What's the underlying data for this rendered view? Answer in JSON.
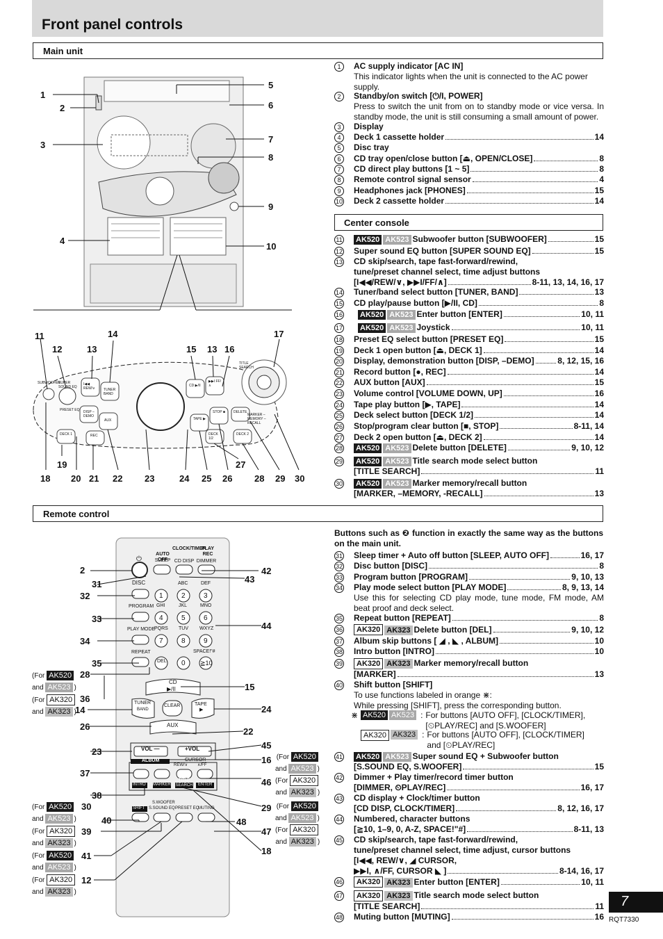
{
  "page_title": "Front panel controls",
  "sections": {
    "main": "Main unit",
    "center": "Center console",
    "remote": "Remote control"
  },
  "main_entries": [
    {
      "n": "1",
      "title": "AC supply indicator [AC IN]",
      "desc": "This indicator lights when the unit is connected to the AC power supply."
    },
    {
      "n": "2",
      "title": "Standby/on switch [⏻/I, POWER]",
      "desc": "Press to switch the unit from on to standby mode or vice versa. In standby mode, the unit is still consuming a small amount of power."
    },
    {
      "n": "3",
      "title": "Display",
      "page": ""
    },
    {
      "n": "4",
      "title": "Deck 1 cassette holder",
      "page": "14"
    },
    {
      "n": "5",
      "title": "Disc tray",
      "page": ""
    },
    {
      "n": "6",
      "title": "CD tray open/close button [⏏, OPEN/CLOSE]",
      "page": "8"
    },
    {
      "n": "7",
      "title": "CD direct play buttons [1 ~ 5]",
      "page": "8"
    },
    {
      "n": "8",
      "title": "Remote control signal sensor",
      "page": "4"
    },
    {
      "n": "9",
      "title": "Headphones jack [PHONES]",
      "page": "15"
    },
    {
      "n": "10",
      "title": "Deck 2 cassette holder",
      "page": "14"
    }
  ],
  "center_entries": [
    {
      "n": "11",
      "b": [
        "AK520",
        "AK523"
      ],
      "title": "Subwoofer button [SUBWOOFER]",
      "page": "15"
    },
    {
      "n": "12",
      "title": "Super sound EQ button [SUPER SOUND EQ]",
      "page": "15"
    },
    {
      "n": "13",
      "title": "CD skip/search, tape fast-forward/rewind,",
      "title2": "tune/preset channel select, time adjust buttons",
      "title3": "[I◀◀/REW/∨, ▶▶I/FF/∧]",
      "page": "8-11, 13, 14, 16, 17"
    },
    {
      "n": "14",
      "title": "Tuner/band select button [TUNER, BAND]",
      "page": "13"
    },
    {
      "n": "15",
      "title": "CD play/pause button [▶/II, CD]",
      "page": "8"
    },
    {
      "n": "16",
      "b": [
        "AK520",
        "AK523"
      ],
      "title": "Enter button [ENTER]",
      "page": "10, 11"
    },
    {
      "n": "17",
      "b": [
        "AK520",
        "AK523"
      ],
      "title": "Joystick",
      "page": "10, 11"
    },
    {
      "n": "18",
      "title": "Preset EQ select button [PRESET EQ]",
      "page": "15"
    },
    {
      "n": "19",
      "title": "Deck 1 open button [⏏, DECK 1]",
      "page": "14"
    },
    {
      "n": "20",
      "title": "Display, demonstration button [DISP, –DEMO]",
      "page": "8, 12, 15, 16"
    },
    {
      "n": "21",
      "title": "Record button [●, REC]",
      "page": "14"
    },
    {
      "n": "22",
      "title": "AUX button [AUX]",
      "page": "15"
    },
    {
      "n": "23",
      "title": "Volume control [VOLUME DOWN, UP]",
      "page": "16"
    },
    {
      "n": "24",
      "title": "Tape play button [▶, TAPE]",
      "page": "14"
    },
    {
      "n": "25",
      "title": "Deck select button [DECK 1/2]",
      "page": "14"
    },
    {
      "n": "26",
      "title": "Stop/program clear button [■, STOP]",
      "page": "8-11, 14"
    },
    {
      "n": "27",
      "title": "Deck 2 open button [⏏, DECK 2]",
      "page": "14"
    },
    {
      "n": "28",
      "b": [
        "AK520",
        "AK523"
      ],
      "title": "Delete button [DELETE]",
      "page": "9, 10, 12"
    },
    {
      "n": "29",
      "b": [
        "AK520",
        "AK523"
      ],
      "title": "Title search mode select button",
      "title2": "[TITLE SEARCH]",
      "page": "11"
    },
    {
      "n": "30",
      "b": [
        "AK520",
        "AK523"
      ],
      "title": "Marker memory/recall button",
      "title2": "[MARKER, –MEMORY, -RECALL]",
      "page": "13"
    }
  ],
  "remote_intro": "Buttons such as ❷ function in exactly the same way as the buttons on the main unit.",
  "remote_entries": [
    {
      "n": "31",
      "title": "Sleep timer + Auto off button [SLEEP, AUTO OFF]",
      "page": "16, 17"
    },
    {
      "n": "32",
      "title": "Disc button [DISC]",
      "page": "8"
    },
    {
      "n": "33",
      "title": "Program button [PROGRAM]",
      "page": "9, 10, 13"
    },
    {
      "n": "34",
      "title": "Play mode select button [PLAY MODE]",
      "page": "8, 9, 13, 14",
      "desc": "Use this for selecting CD play mode, tune mode, FM mode, AM beat proof and deck select."
    },
    {
      "n": "35",
      "title": "Repeat button [REPEAT]",
      "page": "8"
    },
    {
      "n": "36",
      "b": [
        "AK320",
        "AK323"
      ],
      "title": "Delete button [DEL]",
      "page": "9, 10, 12"
    },
    {
      "n": "37",
      "title": "Album skip buttons [ ◢ , ◣ , ALBUM]",
      "page": "10"
    },
    {
      "n": "38",
      "title": "Intro button [INTRO]",
      "page": "10"
    },
    {
      "n": "39",
      "b": [
        "AK320",
        "AK323"
      ],
      "title": "Marker memory/recall button",
      "title2": "[MARKER]",
      "page": "13"
    },
    {
      "n": "40",
      "title": "Shift button [SHIFT]",
      "page": "",
      "desc": "To use functions labeled in orange ⋇:",
      "desc2": "While pressing [SHIFT], press the corresponding button."
    },
    {
      "n": "41",
      "b": [
        "AK520",
        "AK523"
      ],
      "title": "Super sound EQ + Subwoofer button",
      "title2": "[S.SOUND EQ, S.WOOFER]",
      "page": "15"
    },
    {
      "n": "42",
      "title": "Dimmer + Play timer/record timer button",
      "title2": "[DIMMER, ⏲PLAY/REC]",
      "page": "16, 17"
    },
    {
      "n": "43",
      "title": "CD display + Clock/timer button",
      "title2": "[CD DISP, CLOCK/TIMER]",
      "page": "8, 12, 16, 17"
    },
    {
      "n": "44",
      "title": "Numbered, character buttons",
      "title2": "[≧10, 1–9, 0, A-Z, SPACE!\"#]",
      "page": "8-11, 13"
    },
    {
      "n": "45",
      "title": "CD skip/search, tape fast-forward/rewind,",
      "title2": "tune/preset channel select, time adjust, cursor buttons",
      "title3": "[I◀◀, REW/∨, ◢ CURSOR,",
      "title4": "▶▶I, ∧/FF, CURSOR ◣ ]",
      "page": "8-14, 16, 17"
    },
    {
      "n": "46",
      "b": [
        "AK320",
        "AK323"
      ],
      "title": "Enter button [ENTER]",
      "page": "10, 11"
    },
    {
      "n": "47",
      "b": [
        "AK320",
        "AK323"
      ],
      "title": "Title search mode select button",
      "title2": "[TITLE SEARCH]",
      "page": "11"
    },
    {
      "n": "48",
      "title": "Muting button [MUTING]",
      "page": "16"
    }
  ],
  "shift_notes": [
    {
      "b": [
        "AK520",
        "AK523"
      ],
      "sym": "⋇",
      "text": "For buttons [AUTO OFF], [CLOCK/TIMER],",
      "text2": "[⏲PLAY/REC] and [S.WOOFER]"
    },
    {
      "b": [
        "AK320",
        "AK323"
      ],
      "sym": "",
      "text": "For buttons [AUTO OFF], [CLOCK/TIMER]",
      "text2": "and [⏲PLAY/REC]"
    }
  ],
  "remote_keys": {
    "power": "⏻",
    "auto_off": "AUTO OFF",
    "sleep": "SLEEP",
    "clock": "CLOCK/TIMER",
    "cd_disp": "CD DISP",
    "play_rec": "PLAY REC",
    "dimmer": "DIMMER",
    "disc": "DISC",
    "program": "PROGRAM",
    "play_mode": "PLAY MODE",
    "repeat": "REPEAT",
    "del": "DEL",
    "abc": "ABC",
    "def": "DEF",
    "ghi": "GHI",
    "jkl": "JKL",
    "mno": "MNO",
    "pqrs": "PQRS",
    "tuv": "TUV",
    "wxyz": "WXYZ",
    "space": "SPACE!\"#",
    "k1": "1",
    "k2": "2",
    "k3": "3",
    "k4": "4",
    "k5": "5",
    "k6": "6",
    "k7": "7",
    "k8": "8",
    "k9": "9",
    "k0": "0",
    "k10": "≧10",
    "cd": "CD",
    "cd_sym": "▶/II",
    "tuner": "TUNER",
    "band": "BAND",
    "clear": "CLEAR",
    "tape": "TAPE",
    "tape_sym": "▶",
    "aux": "AUX",
    "vol_minus": "VOL —",
    "vol_plus": "+VOL",
    "album": "ALBUM",
    "cursor": "CURSOR",
    "rew": "REW/∨",
    "ff": "∧/FF",
    "intro": "INTRO",
    "marker": "MARKER",
    "title_search": "TITLE SEARCH",
    "enter": "ENTER",
    "shift": "SHIFT",
    "s_woofer": "S.WOOFER",
    "s_sound_eq": "S.SOUND EQ",
    "preset_eq": "PRESET EQ",
    "muting": "MUTING"
  },
  "center_labels": {
    "subwoofer": "SUBWOOFER",
    "super_sound_eq": "SUPER SOUND EQ",
    "preset_eq": "PRESET EQ",
    "rew": "I◀◀ REW/∨",
    "tuner": "TUNER BAND",
    "aux": "AUX",
    "disp": "DISP –DEMO",
    "rec": "REC",
    "deck1": "DECK 1",
    "cd": "CD ▶/II",
    "ff": "▶▶I FF/∧",
    "tape": "TAPE ▶",
    "stop": "STOP ■",
    "deck12": "DECK 1/2",
    "deck2": "DECK 2",
    "delete": "DELETE",
    "title_search": "TITLE SEARCH",
    "marker": "MARKER –MEMORY –RECALL"
  },
  "for_notes": [
    {
      "n": "28",
      "for": "For",
      "a": "AK520",
      "and": "and",
      "b": "AK523"
    },
    {
      "n": "36",
      "for": "For",
      "a": "AK320",
      "and": "and",
      "b": "AK323"
    },
    {
      "n": "30",
      "for": "For",
      "a": "AK520",
      "and": "and",
      "b": "AK523"
    },
    {
      "n": "39",
      "for": "For",
      "a": "AK320",
      "and": "and",
      "b": "AK323"
    },
    {
      "n": "41",
      "for": "For",
      "a": "AK520",
      "and": "and",
      "b": "AK523"
    },
    {
      "n": "12",
      "for": "For",
      "a": "AK320",
      "and": "and",
      "b": "AK323"
    },
    {
      "n": "16",
      "for": "For",
      "a": "AK520",
      "and": "and",
      "b": "AK523"
    },
    {
      "n": "46",
      "for": "For",
      "a": "AK320",
      "and": "and",
      "b": "AK323"
    },
    {
      "n": "29",
      "for": "For",
      "a": "AK520",
      "and": "and",
      "b": "AK523"
    },
    {
      "n": "47",
      "for": "For",
      "a": "AK320",
      "and": "and",
      "b": "AK323"
    }
  ],
  "callouts": {
    "c1": "1",
    "c2": "2",
    "c3": "3",
    "c4": "4",
    "c5": "5",
    "c6": "6",
    "c7": "7",
    "c8": "8",
    "c9": "9",
    "c10": "10",
    "c11": "11",
    "c12": "12",
    "c13": "13",
    "c13b": "13",
    "c14": "14",
    "c15": "15",
    "c16": "16",
    "c17": "17",
    "c18": "18",
    "c19": "19",
    "c20": "20",
    "c21": "21",
    "c22": "22",
    "c23": "23",
    "c24": "24",
    "c25": "25",
    "c26": "26",
    "c27": "27",
    "c28": "28",
    "c29": "29",
    "c30": "30",
    "r2": "2",
    "r31": "31",
    "r32": "32",
    "r33": "33",
    "r34": "34",
    "r35": "35",
    "r28": "28",
    "r36": "36",
    "r14": "14",
    "r26": "26",
    "r23": "23",
    "r37": "37",
    "r38": "38",
    "r30": "30",
    "r40": "40",
    "r39": "39",
    "r41": "41",
    "r12": "12",
    "r42": "42",
    "r43": "43",
    "r44": "44",
    "r15": "15",
    "r24": "24",
    "r22": "22",
    "r45": "45",
    "r16": "16",
    "r46": "46",
    "r29": "29",
    "r48": "48",
    "r47": "47",
    "r18": "18"
  },
  "page_number": "7",
  "doc_code": "RQT7330"
}
